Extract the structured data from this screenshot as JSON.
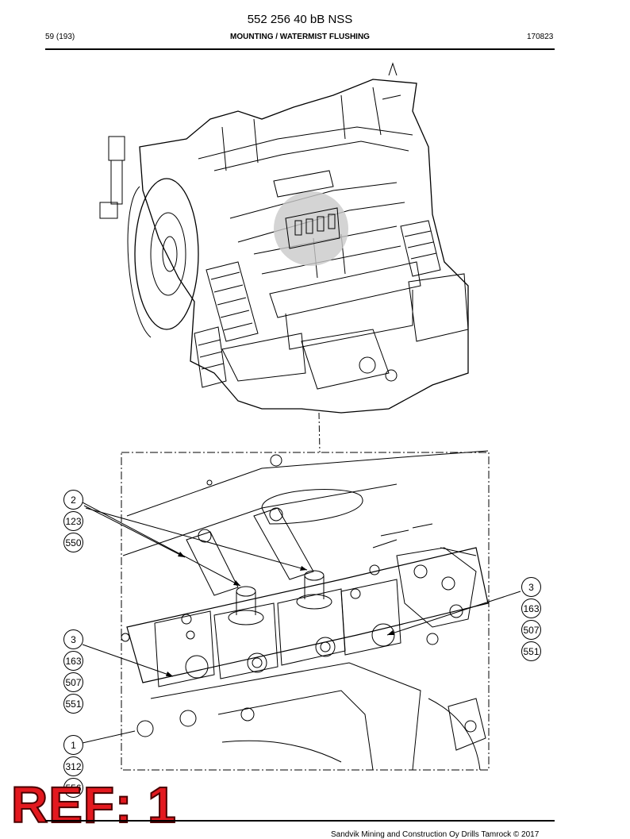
{
  "header": {
    "document_id": "552 256 40 bB NSS",
    "page": "59 (193)",
    "section": "MOUNTING / WATERMIST FLUSHING",
    "date": "170823"
  },
  "callouts": {
    "group_top_left": [
      "2",
      "123",
      "550"
    ],
    "group_right": [
      "3",
      "163",
      "507",
      "551"
    ],
    "group_mid_left": [
      "3",
      "163",
      "507",
      "551"
    ],
    "group_bottom_left": [
      "1",
      "312",
      "556"
    ]
  },
  "stamp": "REF: 1",
  "footer": {
    "copyright": "Sandvik Mining and Construction Oy Drills Tamrock © 2017"
  }
}
